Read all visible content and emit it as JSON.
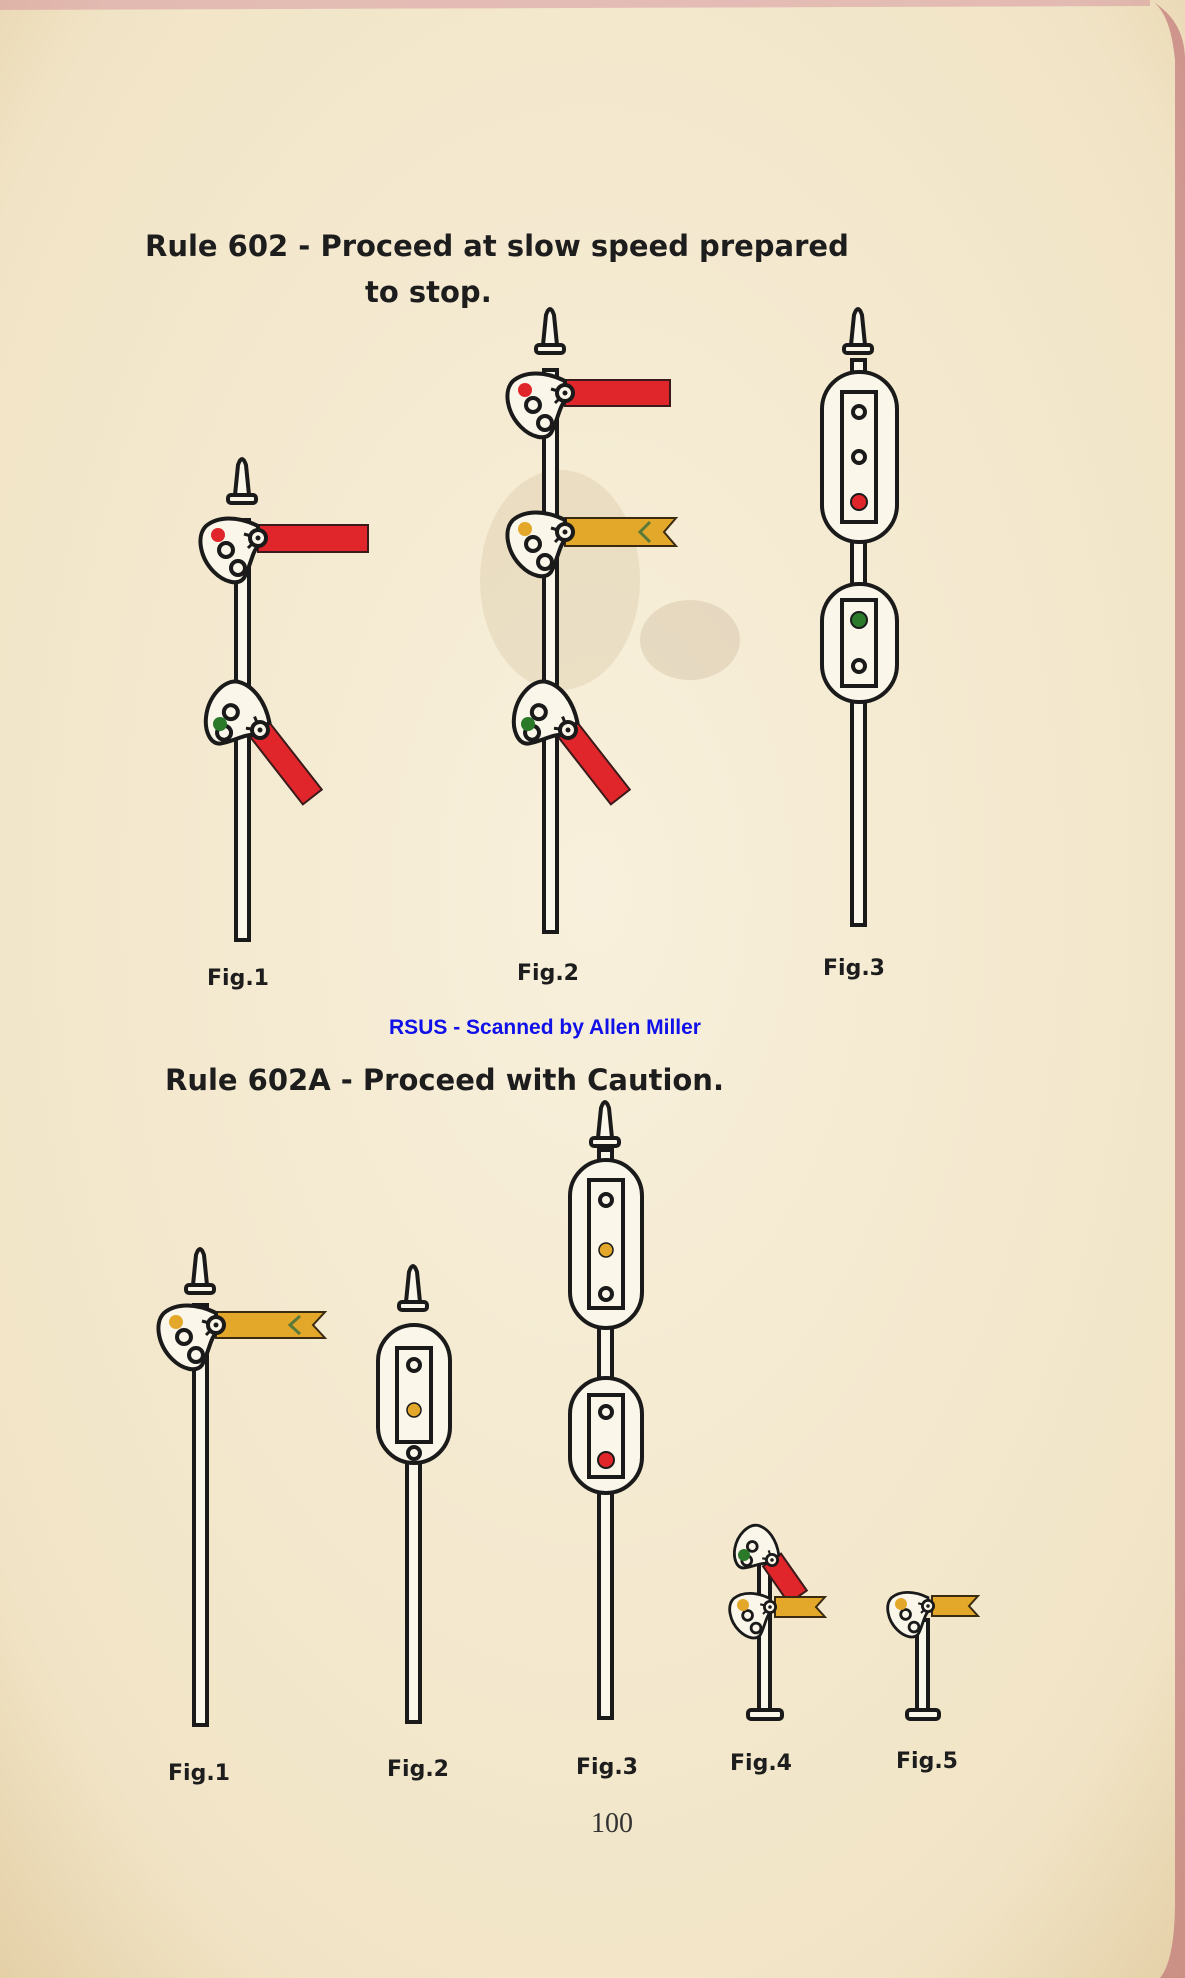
{
  "rule_602": {
    "title_line1": "Rule 602 - Proceed at slow speed prepared",
    "title_line2": "to stop.",
    "figures": [
      "Fig.1",
      "Fig.2",
      "Fig.3"
    ]
  },
  "watermark": "RSUS - Scanned by Allen Miller",
  "rule_602a": {
    "title": "Rule 602A - Proceed with Caution.",
    "figures": [
      "Fig.1",
      "Fig.2",
      "Fig.3",
      "Fig.4",
      "Fig.5"
    ]
  },
  "page_number": "100",
  "colors": {
    "red": "#e0262b",
    "yellow": "#e3a82a",
    "green": "#2a7a2a",
    "paper": "#f6ecd6",
    "watermark": "#1010e8"
  }
}
